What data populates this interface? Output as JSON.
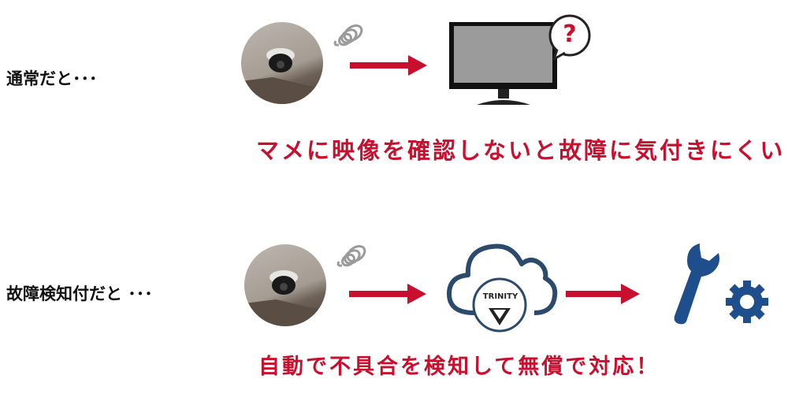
{
  "row1": {
    "label": "通常だと･･･",
    "message": "マメに映像を確認しないと故障に気付きにくい"
  },
  "row2": {
    "label": "故障検知付だと ･･･",
    "message": "自動で不具合を検知して無償で対応！",
    "logo_text": "TRINITY"
  },
  "monitor_badge": "?",
  "colors": {
    "accent_red": "#c8102e",
    "navy": "#2c4a6b",
    "tool_blue": "#1f4e8c"
  }
}
